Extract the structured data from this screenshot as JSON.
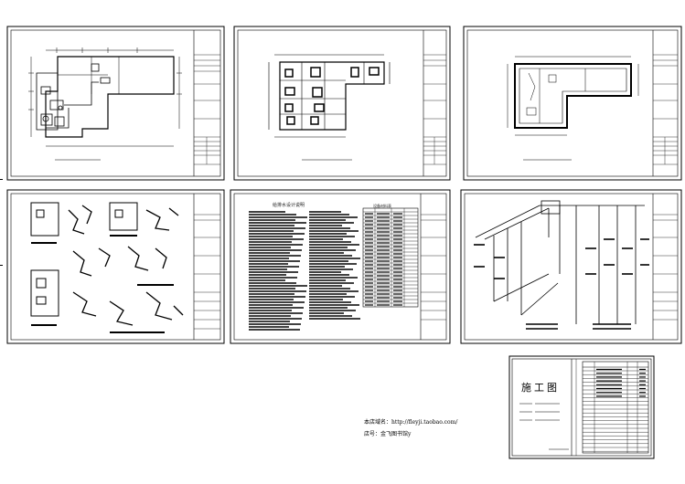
{
  "cover": {
    "title": "施工图"
  },
  "footer": {
    "website": "本店域名：http://fleyji.taobao.com/",
    "shop": "店号：金飞图书馆y"
  },
  "sheets": {
    "s2_title": "给排水设计说明",
    "s2_table_title": "设备材料表"
  },
  "colors": {
    "line": "#000000",
    "background": "#ffffff"
  }
}
